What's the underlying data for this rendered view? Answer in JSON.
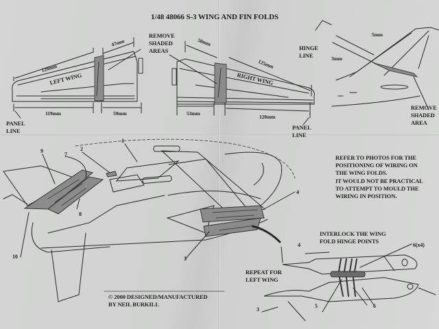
{
  "title": "1/48 48066 S-3 WING AND FIN FOLDS",
  "left_wing": {
    "label": "LEFT WING",
    "dimensions": {
      "outer_span_top": "128mm",
      "fold_top": "47mm",
      "inner_bottom": "119mm",
      "outer_bottom": "59mm"
    },
    "callout_panel_line": "PANEL\nLINE",
    "callout_remove": "REMOVE\nSHADED\nAREAS"
  },
  "right_wing": {
    "label": "RIGHT WING",
    "dimensions": {
      "fold_top": "50mm",
      "outer_span_top": "125mm",
      "inner_bottom": "53mm",
      "outer_bottom": "120mm"
    },
    "callout_panel_line": "PANEL\nLINE"
  },
  "fin": {
    "callout_hinge_line": "HINGE\nLINE",
    "dim_5mm": "5mm",
    "dim_3mm": "3mm",
    "callout_remove": "REMOVE\nSHADED\nAREA"
  },
  "notes": {
    "wiring": "REFER TO PHOTOS FOR THE\nPOSITIONING OF WIRING ON\nTHE WING FOLDS.\nIT WOULD NOT BE PRACTICAL\nTO ATTEMPT TO MOULD THE\nWIRING IN POSITION.",
    "interlock": "INTERLOCK THE WING\nFOLD HINGE POINTS",
    "repeat": "REPEAT FOR\nLEFT WING",
    "copyright": "© 2000 DESIGNED/MANUFACTURED\nBY NEIL BURKILL"
  },
  "part_numbers": {
    "p1": "1",
    "p2": "2",
    "p3": "3",
    "p4": "4",
    "p7": "7",
    "p8": "8",
    "p9": "9",
    "p10": "10",
    "detail_p3": "3",
    "detail_p4": "4",
    "detail_p5": "5",
    "detail_p6": "6",
    "detail_p6x4": "6(x4)"
  },
  "colors": {
    "paper": "#d2d3d2",
    "ink": "#1e1e1e",
    "shaded": "#8a8b8a"
  }
}
